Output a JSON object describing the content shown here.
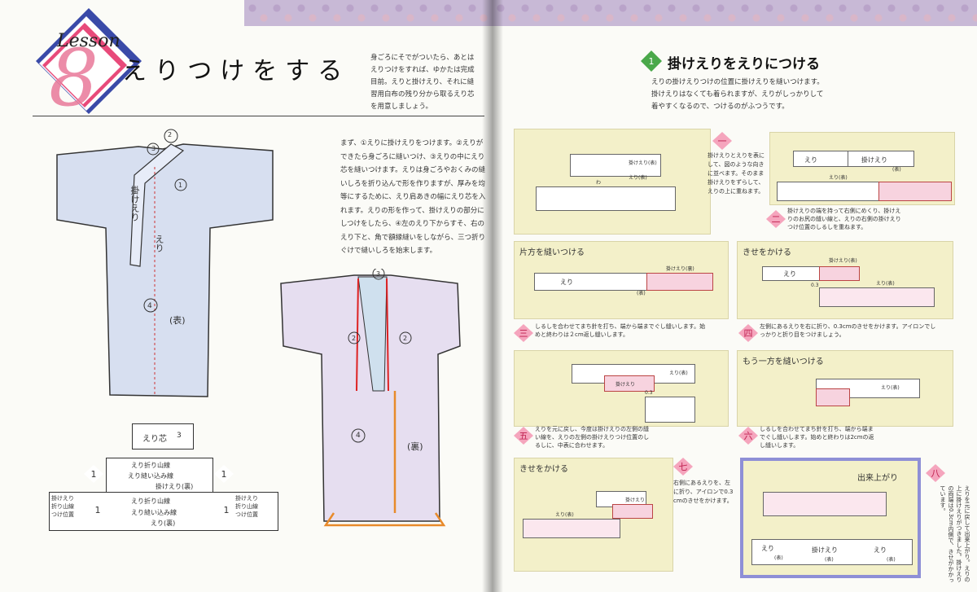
{
  "left": {
    "lesson_word": "Lesson",
    "lesson_number": "8",
    "title": "えりつけをする",
    "intro": [
      "身ごろにそでがついたら、あとは",
      "えりつけをすれば、ゆかたは完成",
      "目前。えりと掛けえり、それに縫",
      "習用白布の残り分から取るえり芯",
      "を用意しましょう。"
    ],
    "body": [
      "まず、①えりに掛けえりをつけます。②えりが",
      "できたら身ごろに縫いつけ、③えりの中にえり",
      "芯を縫いつけます。えりは身ごろやおくみの縫",
      "いしろを折り込んで形を作りますが、厚みを均",
      "等にするために、えり肩あきの幅にえり芯を入",
      "れます。えりの形を作って、掛けえりの部分に",
      "しつけをしたら、④左のえり下からすそ、右の",
      "えり下と、角で額縁縫いをしながら、三つ折り",
      "ぐけで縫いしろを始末します。"
    ],
    "kimono_front": {
      "label_kakeeri": "掛けえり",
      "label_eri": "えり",
      "label_omote": "(表)",
      "num1": "1",
      "num2": "2",
      "num3": "3",
      "num4": "4"
    },
    "kimono_back": {
      "label_ura": "(裏)",
      "num2a": "2",
      "num2b": "2",
      "num3": "3",
      "num4": "4"
    },
    "erishin": {
      "label": "えり芯",
      "num": "3"
    },
    "strip_top": {
      "line1": "えり折り山線",
      "line2": "えり縫い込み線",
      "line3": "掛けえり(裏)",
      "num": "1"
    },
    "strip_bottom": {
      "left_label1": "掛けえり",
      "left_label2": "折り山線",
      "left_label3": "つけ位置",
      "line1": "えり折り山線",
      "line2": "えり縫い込み線",
      "line3": "えり(裏)",
      "right_label1": "掛けえり",
      "right_label2": "折り山線",
      "right_label3": "つけ位置",
      "num": "1"
    }
  },
  "right": {
    "step_num": "1",
    "step_title": "掛けえりをえりにつける",
    "intro": [
      "えりの掛けえりつけの位置に掛けえりを縫いつけます。",
      "掛けえりはなくても着られますが、えりがしっかりして",
      "着やすくなるので、つけるのがふつうです。"
    ],
    "p1": {
      "badge": "一",
      "text": [
        "掛けえりとえりを表に",
        "して、図のような向き",
        "に並べます。そのまま",
        "掛けえりをずらして、",
        "えりの上に重ねます。"
      ],
      "lbl_kake": "掛けえり(表)",
      "lbl_eri": "えり(表)",
      "lbl_wa": "わ"
    },
    "p2": {
      "badge": "二",
      "text": [
        "掛けえりの端を持って右側にめくり、掛けえ",
        "りのお尻の縫い線と、えりの右側の掛けえり",
        "つけ位置のしるしを重ねます。"
      ],
      "lbl_eri": "えり",
      "lbl_kake": "掛けえり",
      "lbl_omote": "(表)",
      "lbl_eri_omote": "えり(表)"
    },
    "p3": {
      "header": "片方を縫いつける",
      "badge": "三",
      "text": [
        "しるしを合わせてまち針を打ち、端から端までぐし縫いします。始",
        "めと終わりは２cm返し縫いします。"
      ],
      "lbl_eri": "えり",
      "lbl_omote": "(表)",
      "lbl_kake": "掛けえり(裏)"
    },
    "p4": {
      "header": "きせをかける",
      "badge": "四",
      "text": [
        "左側にあるえりを右に折り、0.3cmのきせをかけます。アイロンでし",
        "っかりと折り目をつけましょう。"
      ],
      "lbl_eri": "えり",
      "lbl_kake": "掛けえり(表)",
      "lbl_eri_omote": "えり(表)",
      "lbl_03": "0.3"
    },
    "p5": {
      "badge": "五",
      "text": [
        "えりを元に戻し、今度は掛けえりの左側の縫",
        "い線を、えりの左側の掛けえりつけ位置のし",
        "るしに、中表に合わせます。"
      ],
      "lbl_kake": "掛けえり",
      "lbl_eri": "えり(表)",
      "lbl_03": "0.3"
    },
    "p6": {
      "header": "もう一方を縫いつける",
      "badge": "六",
      "text": [
        "しるしを合わせてまち針を打ち、端から端ま",
        "でぐし縫いします。始めと終わりは2cmの返",
        "し縫いします。"
      ],
      "lbl_eri": "えり(表)"
    },
    "p7": {
      "header": "きせをかける",
      "badge": "七",
      "text": [
        "右側にあるえりを、左",
        "に折り、アイロンで0.3",
        "cmのきせをかけます。"
      ],
      "lbl_eri": "えり(表)",
      "lbl_kake": "掛けえり"
    },
    "p8": {
      "header": "出来上がり",
      "badge": "八",
      "text_vertical": "えりを元に戻して出来上がり。えりの上に掛けえりがつきました。掛けえりの両端は0.3cm内側で、きせがかかっています。",
      "lbl_eri1": "えり",
      "lbl_omote1": "(表)",
      "lbl_kake": "掛けえり",
      "lbl_omote2": "(表)",
      "lbl_eri2": "えり",
      "lbl_omote3": "(表)"
    }
  }
}
